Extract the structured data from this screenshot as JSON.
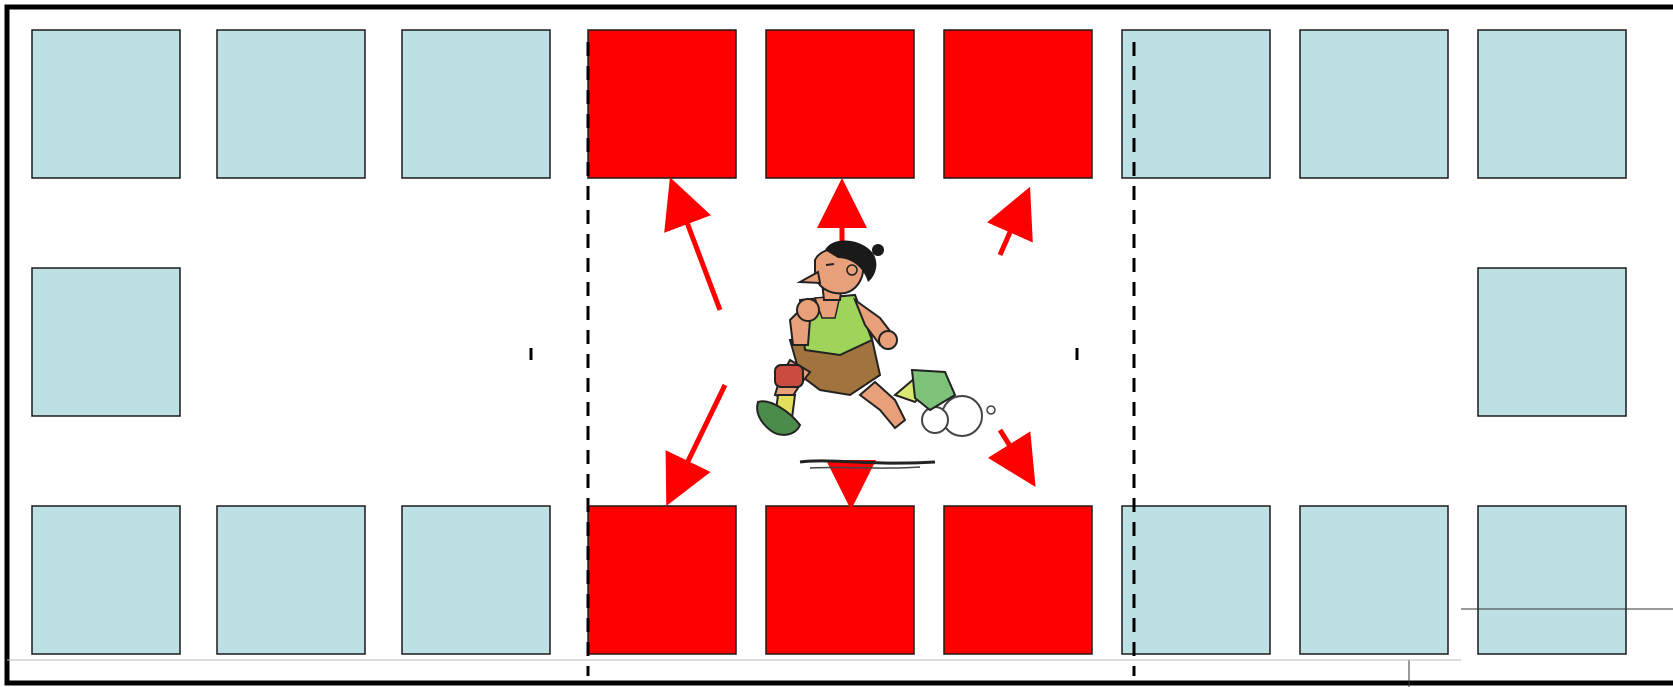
{
  "colors": {
    "page_background": "#ffffff",
    "outer_border": "#000000",
    "seat_default": "#bce0e4",
    "seat_highlighted": "#ff0000",
    "arrow": "#ff0000",
    "divider": "#000000"
  },
  "diagram": {
    "rows": [
      {
        "row": "top",
        "seats": [
          "default",
          "default",
          "default",
          "highlighted",
          "highlighted",
          "highlighted",
          "default",
          "default",
          "default"
        ]
      },
      {
        "row": "middle",
        "seats": [
          "default",
          "empty",
          "empty",
          "empty",
          "empty",
          "empty",
          "empty",
          "empty",
          "default"
        ]
      },
      {
        "row": "bottom",
        "seats": [
          "default",
          "default",
          "default",
          "highlighted",
          "highlighted",
          "highlighted",
          "default",
          "default",
          "default"
        ]
      }
    ],
    "center_figure": "running-man-illustration",
    "arrows": [
      {
        "target": "top-left-highlighted"
      },
      {
        "target": "top-center-highlighted"
      },
      {
        "target": "top-right-highlighted"
      },
      {
        "target": "bottom-left-highlighted"
      },
      {
        "target": "bottom-center-highlighted"
      },
      {
        "target": "bottom-right-highlighted"
      }
    ],
    "dashed_dividers": 2
  }
}
